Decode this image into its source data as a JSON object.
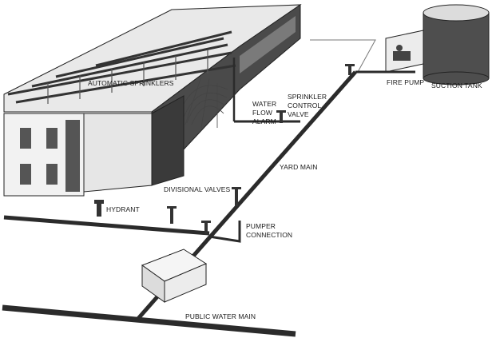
{
  "labels": {
    "automatic_sprinklers": "AUTOMATIC SPRINKLERS",
    "water_flow_alarm": [
      "WATER",
      "FLOW",
      "ALARM"
    ],
    "sprinkler_control_valve": [
      "SPRINKLER",
      "CONTROL",
      "VALVE"
    ],
    "fire_pump": "FIRE PUMP",
    "suction_tank": "SUCTION TANK",
    "yard_main": "YARD MAIN",
    "divisional_valves": "DIVISIONAL VALVES",
    "hydrant": "HYDRANT",
    "pumper_connection": [
      "PUMPER",
      "CONNECTION"
    ],
    "public_water_main": "PUBLIC WATER MAIN"
  },
  "icons": [
    "hydrant-icon",
    "valve-icon",
    "fire-pump-icon",
    "suction-tank-icon",
    "sprinkler-spray-icon"
  ],
  "colors": {
    "ink": "#2b2b2b",
    "wall_dark": "#3a3a3a",
    "wall_light": "#f2f2f2",
    "background": "#ffffff"
  }
}
